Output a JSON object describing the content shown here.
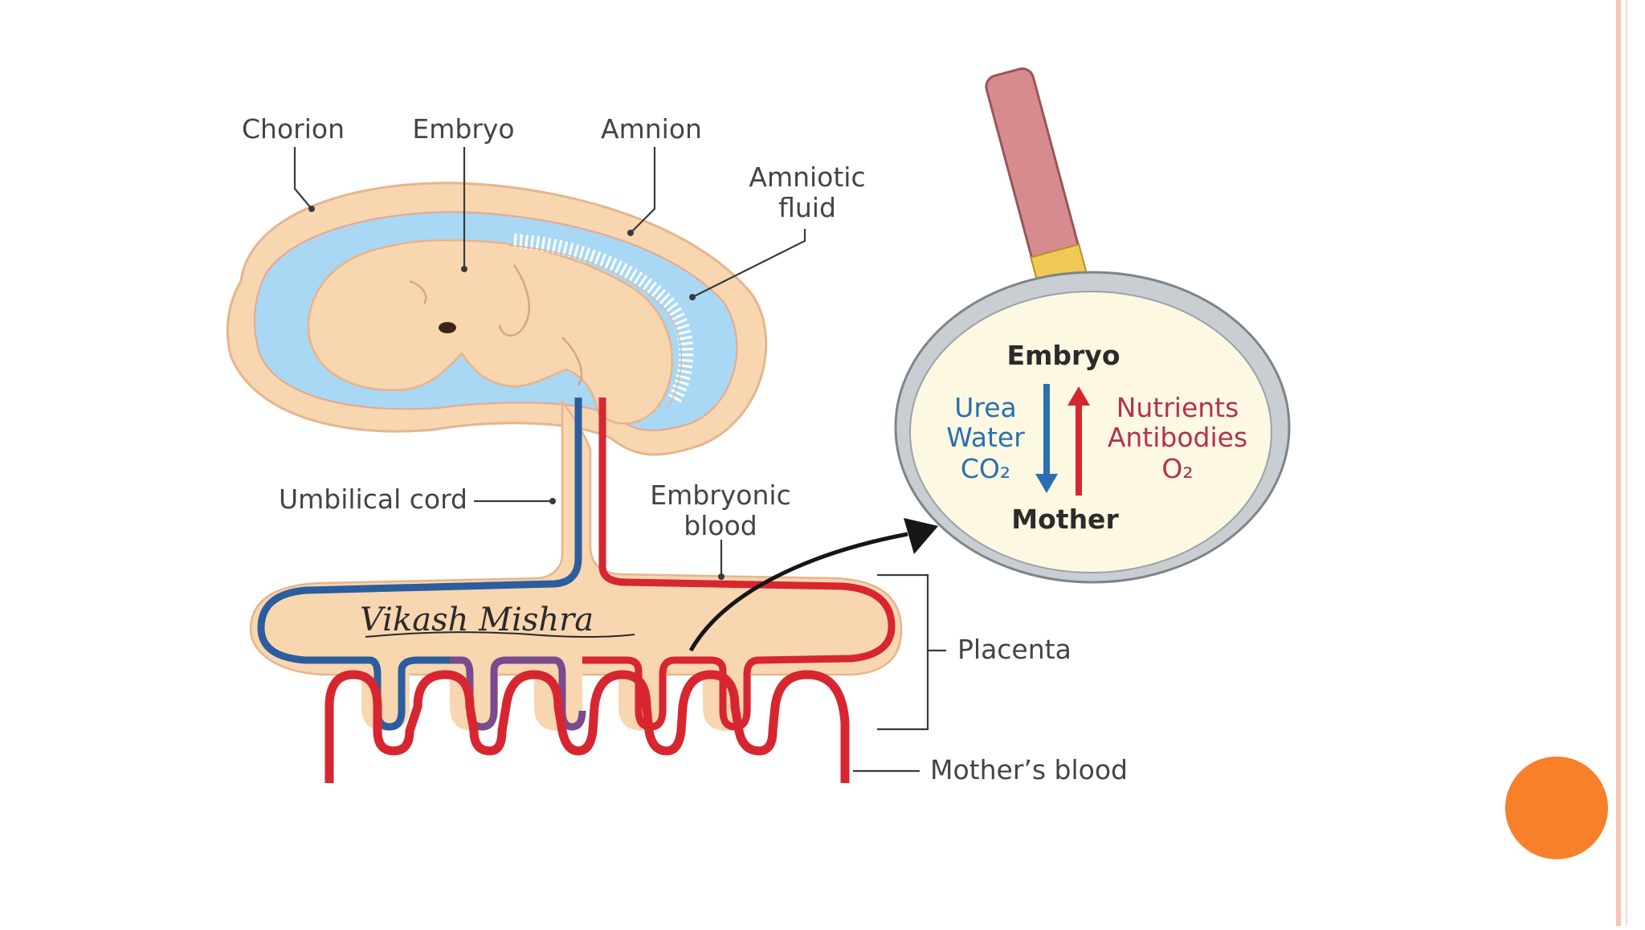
{
  "labels": {
    "chorion": "Chorion",
    "embryo": "Embryo",
    "amnion": "Amnion",
    "amniotic_fluid": [
      "Amniotic",
      "fluid"
    ],
    "umbilical_cord": "Umbilical cord",
    "embryonic_blood": [
      "Embryonic",
      "blood"
    ],
    "placenta": "Placenta",
    "mothers_blood": "Mother’s blood"
  },
  "lens": {
    "top": "Embryo",
    "bottom": "Mother",
    "to_mother": [
      "Urea",
      "Water",
      "CO₂"
    ],
    "to_embryo": [
      "Nutrients",
      "Antibodies",
      "O₂"
    ]
  },
  "signature": "Vikash Mishra",
  "colors": {
    "embryonic_artery": "#d7262f",
    "embryonic_vein": "#2c5d9e",
    "amniotic_fluid": "#a8d8f3",
    "tissue": "#f8d6b0",
    "lens_bg": "#fdf8e2",
    "slide_accent": "#f8802b",
    "slide_border": "#f6c3b3"
  }
}
